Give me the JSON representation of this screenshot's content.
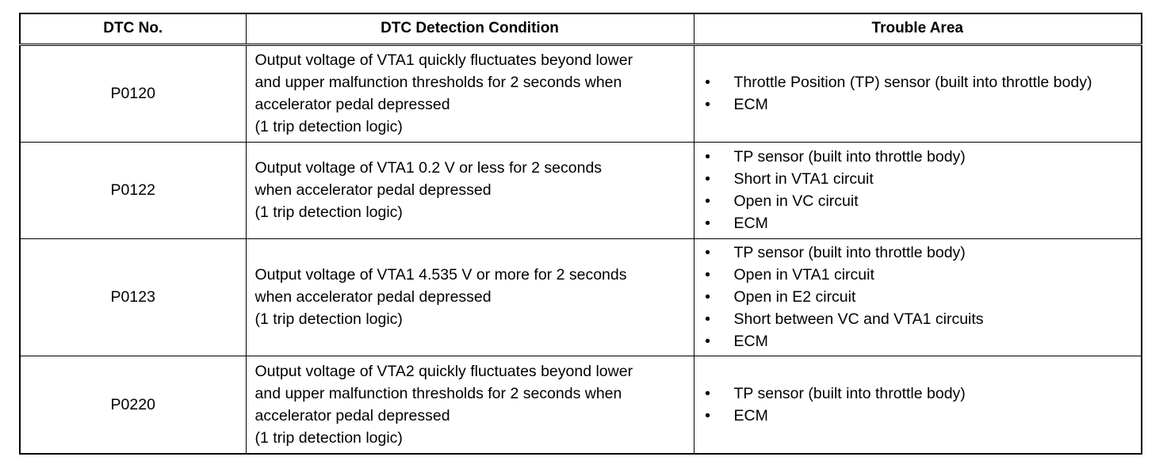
{
  "table": {
    "headers": {
      "dtc_no": "DTC No.",
      "condition": "DTC Detection Condition",
      "trouble_area": "Trouble Area"
    },
    "bullet": "•",
    "rows": [
      {
        "dtc": "P0120",
        "condition_lines": [
          "Output voltage of VTA1 quickly fluctuates beyond lower",
          "and upper malfunction thresholds for 2 seconds when",
          "accelerator pedal depressed",
          "(1 trip detection logic)"
        ],
        "trouble_areas": [
          "Throttle Position (TP) sensor (built into throttle body)",
          "ECM"
        ]
      },
      {
        "dtc": "P0122",
        "condition_lines": [
          "Output voltage of VTA1 0.2 V or less for 2 seconds",
          "when accelerator pedal depressed",
          "(1 trip detection logic)"
        ],
        "trouble_areas": [
          "TP sensor (built into throttle body)",
          "Short in VTA1 circuit",
          "Open in VC circuit",
          "ECM"
        ]
      },
      {
        "dtc": "P0123",
        "condition_lines": [
          "Output voltage of VTA1 4.535 V or more for 2 seconds",
          "when accelerator pedal depressed",
          "(1 trip detection logic)"
        ],
        "trouble_areas": [
          "TP sensor (built into throttle body)",
          "Open in VTA1 circuit",
          "Open in E2 circuit",
          "Short between VC and VTA1 circuits",
          "ECM"
        ]
      },
      {
        "dtc": "P0220",
        "condition_lines": [
          "Output voltage of VTA2 quickly fluctuates beyond lower",
          "and upper malfunction thresholds for 2 seconds when",
          "accelerator pedal depressed",
          "(1 trip detection logic)"
        ],
        "trouble_areas": [
          "TP sensor (built into throttle body)",
          "ECM"
        ]
      }
    ]
  }
}
